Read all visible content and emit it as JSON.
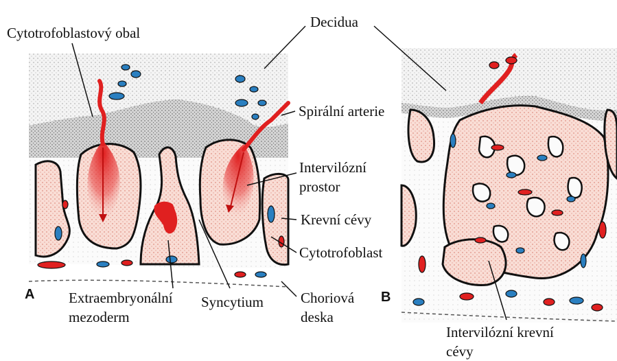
{
  "labels": {
    "cytotrophoblast_shell": "Cytotrofoblastový obal",
    "decidua": "Decidua",
    "spiral_artery": "Spirální arterie",
    "intervillous_space_1": "Intervilózní",
    "intervillous_space_2": "prostor",
    "blood_vessels": "Krevní cévy",
    "cytotrophoblast": "Cytotrofoblast",
    "extraembryonic_1": "Extraembryonální",
    "extraembryonic_2": "mezoderm",
    "syncytium": "Syncytium",
    "chorionic_plate_1": "Choriová",
    "chorionic_plate_2": "deska",
    "intervillous_vessels_1": "Intervilózní krevní",
    "intervillous_vessels_2": "cévy"
  },
  "panels": {
    "a": "A",
    "b": "B"
  },
  "colors": {
    "maternal_blood": "#e02020",
    "fetal_vessel": "#2a7fc0",
    "villus_fill": "#f8d8d0",
    "decidua_fill": "#f3f3f3",
    "outline": "#111111"
  }
}
